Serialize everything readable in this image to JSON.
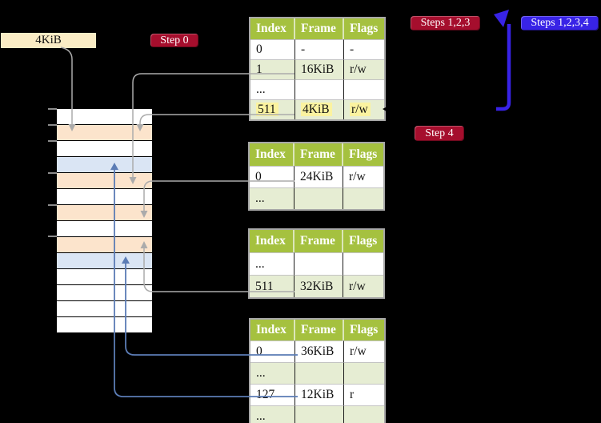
{
  "size_label": {
    "text": "4KiB"
  },
  "badges": {
    "step0": "Step 0",
    "steps123": "Steps 1,2,3",
    "steps1234": "Steps 1,2,3,4",
    "step4": "Step 4"
  },
  "tables": [
    {
      "id": "page-table-1",
      "headers": [
        "Index",
        "Frame",
        "Flags"
      ],
      "rows": [
        {
          "cells": [
            "0",
            "-",
            "-"
          ],
          "shade": "white",
          "highlight": false
        },
        {
          "cells": [
            "1",
            "16KiB",
            "r/w"
          ],
          "shade": "green",
          "highlight": false
        },
        {
          "cells": [
            "...",
            "",
            ""
          ],
          "shade": "white",
          "highlight": false
        },
        {
          "cells": [
            "511",
            "4KiB",
            "r/w"
          ],
          "shade": "green",
          "highlight": true
        }
      ]
    },
    {
      "id": "page-table-2",
      "headers": [
        "Index",
        "Frame",
        "Flags"
      ],
      "rows": [
        {
          "cells": [
            "0",
            "24KiB",
            "r/w"
          ],
          "shade": "white",
          "highlight": false
        },
        {
          "cells": [
            "...",
            "",
            ""
          ],
          "shade": "green",
          "highlight": false
        }
      ]
    },
    {
      "id": "page-table-3",
      "headers": [
        "Index",
        "Frame",
        "Flags"
      ],
      "rows": [
        {
          "cells": [
            "...",
            "",
            ""
          ],
          "shade": "white",
          "highlight": false
        },
        {
          "cells": [
            "511",
            "32KiB",
            "r/w"
          ],
          "shade": "green",
          "highlight": false
        }
      ]
    },
    {
      "id": "page-table-4",
      "headers": [
        "Index",
        "Frame",
        "Flags"
      ],
      "rows": [
        {
          "cells": [
            "0",
            "36KiB",
            "r/w"
          ],
          "shade": "white",
          "highlight": false
        },
        {
          "cells": [
            "...",
            "",
            ""
          ],
          "shade": "green",
          "highlight": false
        },
        {
          "cells": [
            "127",
            "12KiB",
            "r"
          ],
          "shade": "white",
          "highlight": false
        },
        {
          "cells": [
            "...",
            "",
            ""
          ],
          "shade": "green",
          "highlight": false
        }
      ]
    }
  ],
  "memory": {
    "row_colors": [
      "white",
      "peach",
      "white",
      "blue",
      "peach",
      "white",
      "peach",
      "white",
      "peach",
      "blue",
      "white",
      "white",
      "white",
      "white"
    ]
  },
  "colors": {
    "canvas_bg": "#000000",
    "size_label_bg": "#FAECC5",
    "badge_red": "#A50E2D",
    "badge_blue": "#3823E6",
    "table_header_bg": "#A5C13F",
    "table_row_green": "#E6EDD3",
    "highlight_yellow": "#FBF3A0",
    "mem_white": "#FFFFFF",
    "mem_peach": "#FCE4CC",
    "mem_blue": "#DAE5F4",
    "connector_gray": "#ABABAB",
    "connector_blue": "#5B7CB5",
    "arrow_violet": "#3823E6"
  }
}
